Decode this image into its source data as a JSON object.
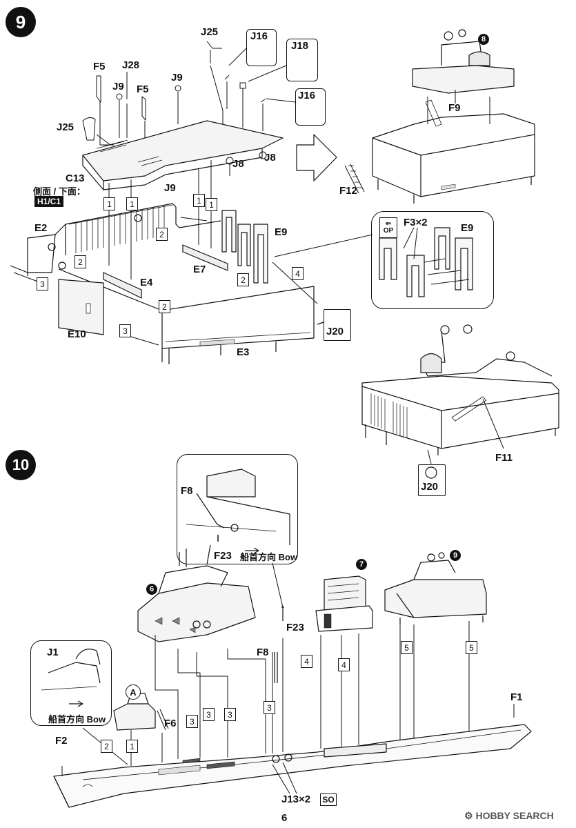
{
  "page_number": "6",
  "watermark": "HOBBY SEARCH",
  "step9": {
    "number": "9",
    "labels": {
      "f5a": "F5",
      "j28": "J28",
      "j9a": "J9",
      "f5b": "F5",
      "j9b": "J9",
      "j25a": "J25",
      "j16a": "J16",
      "j18": "J18",
      "j16b": "J16",
      "j25b": "J25",
      "c13": "C13",
      "side_bottom": "側面 / 下面：",
      "h1c1": "H1/C1",
      "j8a": "J8",
      "j8b": "J8",
      "j9c": "J9",
      "e2": "E2",
      "e9": "E9",
      "e7": "E7",
      "e4": "E4",
      "e10": "E10",
      "e3": "E3",
      "j20a": "J20",
      "f3x2": "F3×2",
      "op": "OP",
      "e9b": "E9",
      "f9": "F9",
      "f12": "F12",
      "f11": "F11",
      "j20b": "J20",
      "ref8": "8"
    },
    "seq": [
      "1",
      "1",
      "1",
      "1",
      "2",
      "2",
      "2",
      "2",
      "3",
      "3",
      "4"
    ]
  },
  "step10": {
    "number": "10",
    "labels": {
      "f8a": "F8",
      "f23a": "F23",
      "bow_a": "船首方向 Bow",
      "f23b": "F23",
      "f8b": "F8",
      "j1": "J1",
      "bow_b": "船首方向 Bow",
      "a": "A",
      "f6": "F6",
      "f2": "F2",
      "f1": "F1",
      "j13x2": "J13×2",
      "so": "SO",
      "ref6": "6",
      "ref7": "7",
      "ref9": "9"
    },
    "seq": [
      "2",
      "1",
      "3",
      "3",
      "3",
      "3",
      "4",
      "4",
      "5",
      "5"
    ]
  }
}
